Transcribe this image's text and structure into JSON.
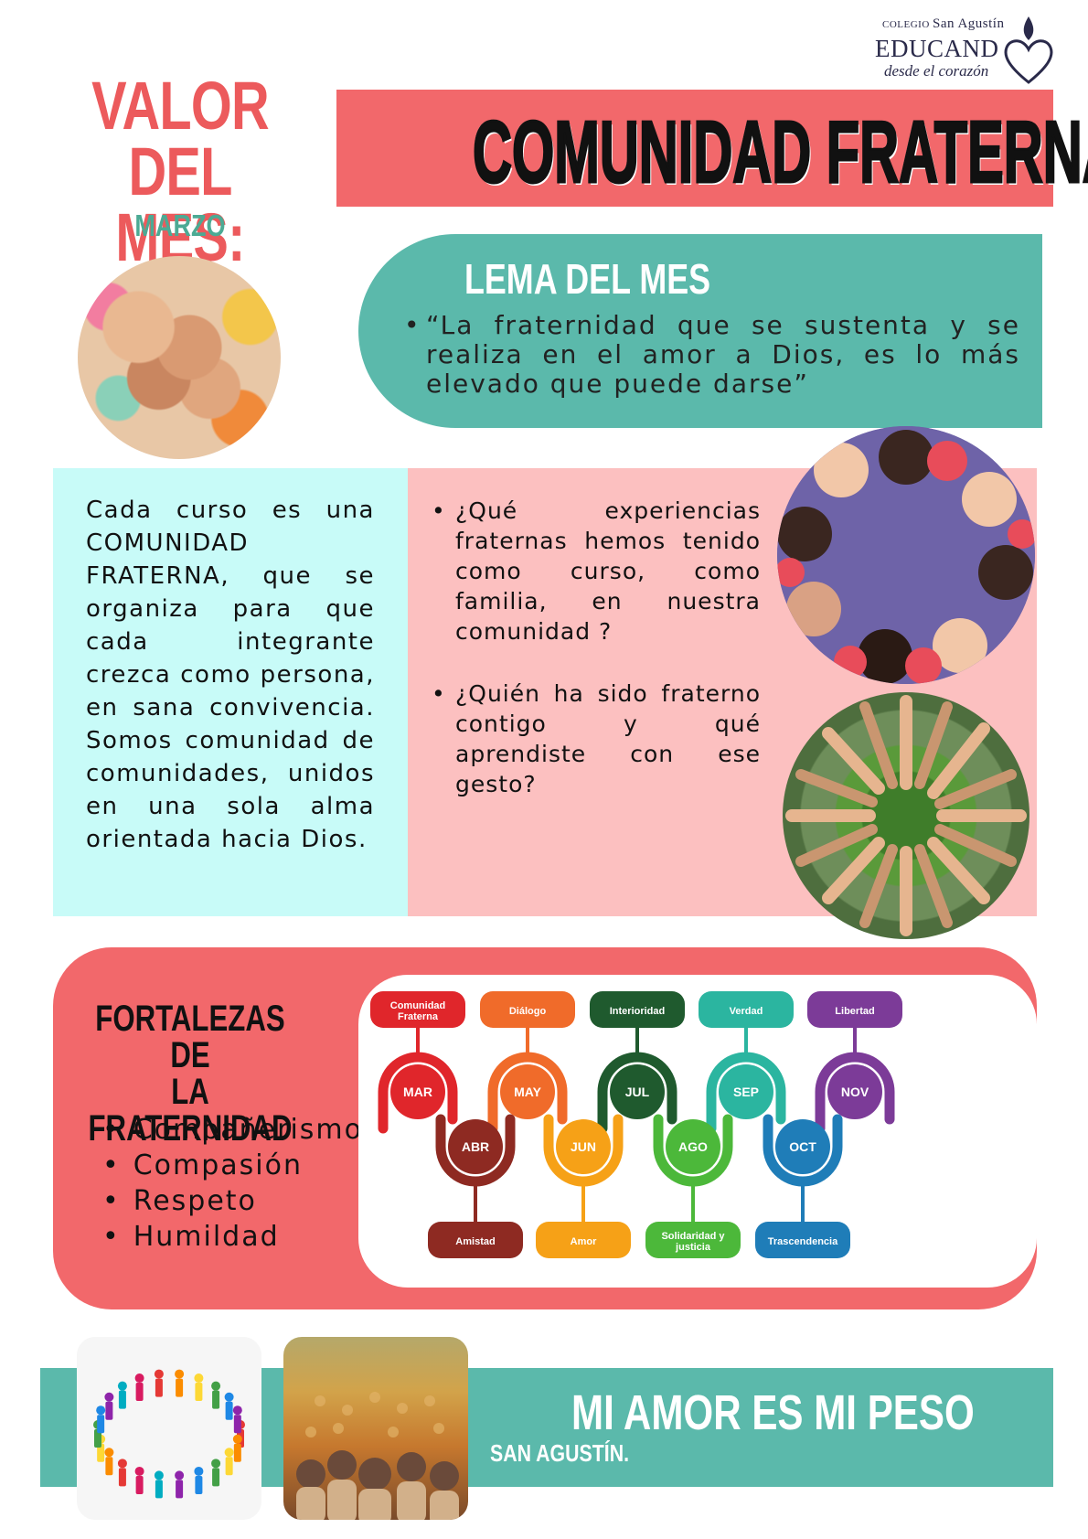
{
  "logo": {
    "small_text": "COLEGIO",
    "school": "San Agustín",
    "brand": "EDUCAND",
    "tagline": "desde el corazón"
  },
  "header": {
    "valor_line1": "VALOR",
    "valor_line2": "DEL MES:",
    "month": "MARZO",
    "title": "COMUNIDAD FRATERNA"
  },
  "lema": {
    "title": "LEMA DEL MES",
    "quote": "“La fraternidad que se sustenta y se realiza en el amor a Dios, es lo más elevado que puede darse”"
  },
  "community_text": "Cada curso es una COMUNIDAD FRATERNA, que se organiza para que cada integrante crezca como persona, en sana convivencia. Somos comunidad de comunidades, unidos en una sola alma orientada hacia Dios.",
  "questions": [
    "¿Qué experiencias fraternas hemos tenido como curso, como familia, en nuestra comunidad ?",
    "¿Quién ha sido fraterno contigo y qué aprendiste con ese gesto?"
  ],
  "fortalezas": {
    "title_line1": "FORTALEZAS DE",
    "title_line2": "LA FRATERNIDAD",
    "items": [
      "Compañerismo",
      "Compasión",
      "Respeto",
      "Humildad"
    ]
  },
  "timeline": {
    "top_values": [
      {
        "label": "Comunidad Fraterna",
        "color": "#e0262b"
      },
      {
        "label": "Diálogo",
        "color": "#f06b2a"
      },
      {
        "label": "Interioridad",
        "color": "#1f5a2e"
      },
      {
        "label": "Verdad",
        "color": "#2bb5a0"
      },
      {
        "label": "Libertad",
        "color": "#7c3b98"
      }
    ],
    "top_months": [
      {
        "label": "MAR",
        "color": "#e0262b"
      },
      {
        "label": "MAY",
        "color": "#f06b2a"
      },
      {
        "label": "JUL",
        "color": "#1f5a2e"
      },
      {
        "label": "SEP",
        "color": "#2bb5a0"
      },
      {
        "label": "NOV",
        "color": "#7c3b98"
      }
    ],
    "bottom_months": [
      {
        "label": "ABR",
        "color": "#8e2a22"
      },
      {
        "label": "JUN",
        "color": "#f6a117"
      },
      {
        "label": "AGO",
        "color": "#4cb83a"
      },
      {
        "label": "OCT",
        "color": "#1f7db8"
      }
    ],
    "bottom_values": [
      {
        "label": "Amistad",
        "color": "#8e2a22"
      },
      {
        "label": "Amor",
        "color": "#f6a117"
      },
      {
        "label": "Solidaridad y justicia",
        "color": "#4cb83a"
      },
      {
        "label": "Trascendencia",
        "color": "#1f7db8"
      }
    ]
  },
  "footer": {
    "motto": "MI AMOR ES MI PESO",
    "author": "SAN AGUSTÍN."
  },
  "colors": {
    "coral": "#f2686b",
    "teal": "#5bb9ab",
    "light_cyan": "#c8fbf8",
    "light_pink": "#fcc0c0"
  }
}
